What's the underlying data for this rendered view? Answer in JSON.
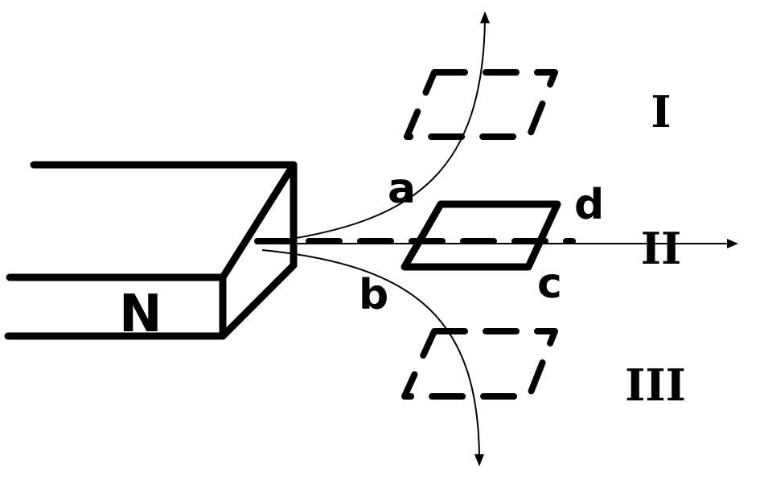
{
  "magnet": {
    "pole_label": "N"
  },
  "coil": {
    "corner_a": "a",
    "corner_b": "b",
    "corner_c": "c",
    "corner_d": "d"
  },
  "positions": {
    "upper": "I",
    "middle": "II",
    "lower": "III"
  }
}
